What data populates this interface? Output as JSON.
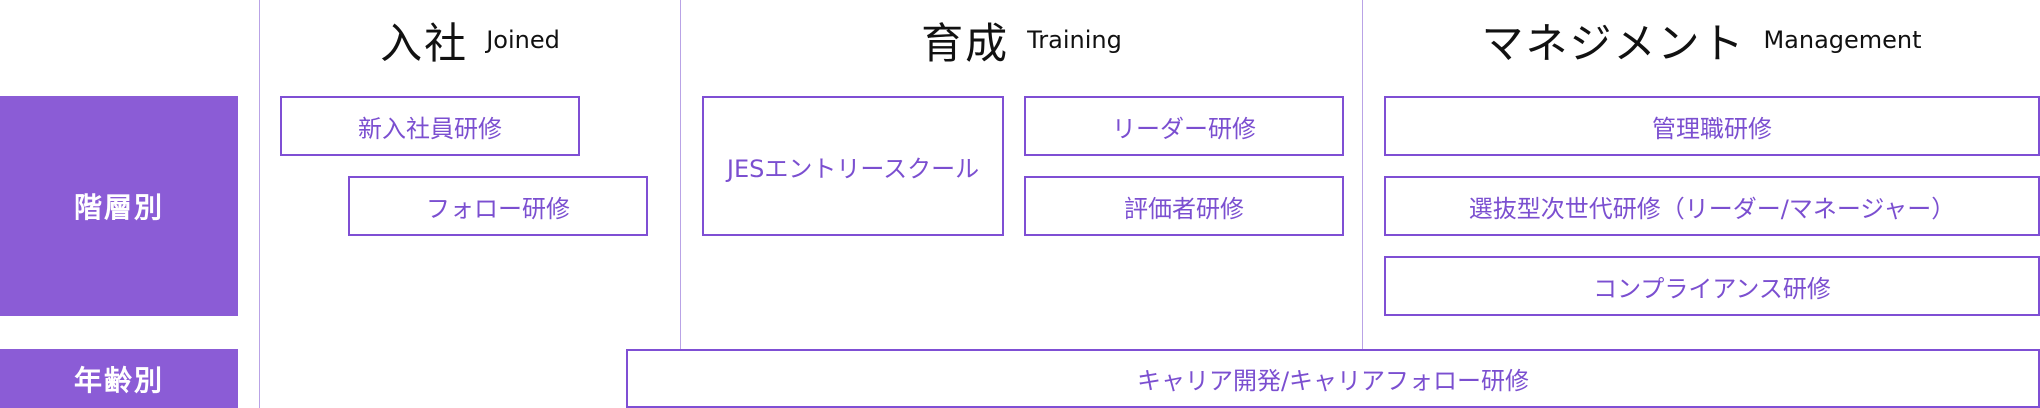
{
  "columns": {
    "joined": {
      "jp": "入社",
      "en": "Joined"
    },
    "training": {
      "jp": "育成",
      "en": "Training"
    },
    "management": {
      "jp": "マネジメント",
      "en": "Management"
    }
  },
  "rows": {
    "hierarchy": "階層別",
    "age": "年齢別"
  },
  "programs": {
    "new_employee": "新入社員研修",
    "follow": "フォロー研修",
    "jes_entry": "JESエントリースクール",
    "leader": "リーダー研修",
    "evaluator": "評価者研修",
    "manager": "管理職研修",
    "next_gen": "選抜型次世代研修（リーダー/マネージャー）",
    "compliance": "コンプライアンス研修",
    "career": "キャリア開発/キャリアフォロー研修"
  },
  "colors": {
    "accent": "#8b5cd6",
    "box_border": "#7f4fd4",
    "box_text": "#7b4fd0",
    "divider": "#b9a3e6"
  }
}
